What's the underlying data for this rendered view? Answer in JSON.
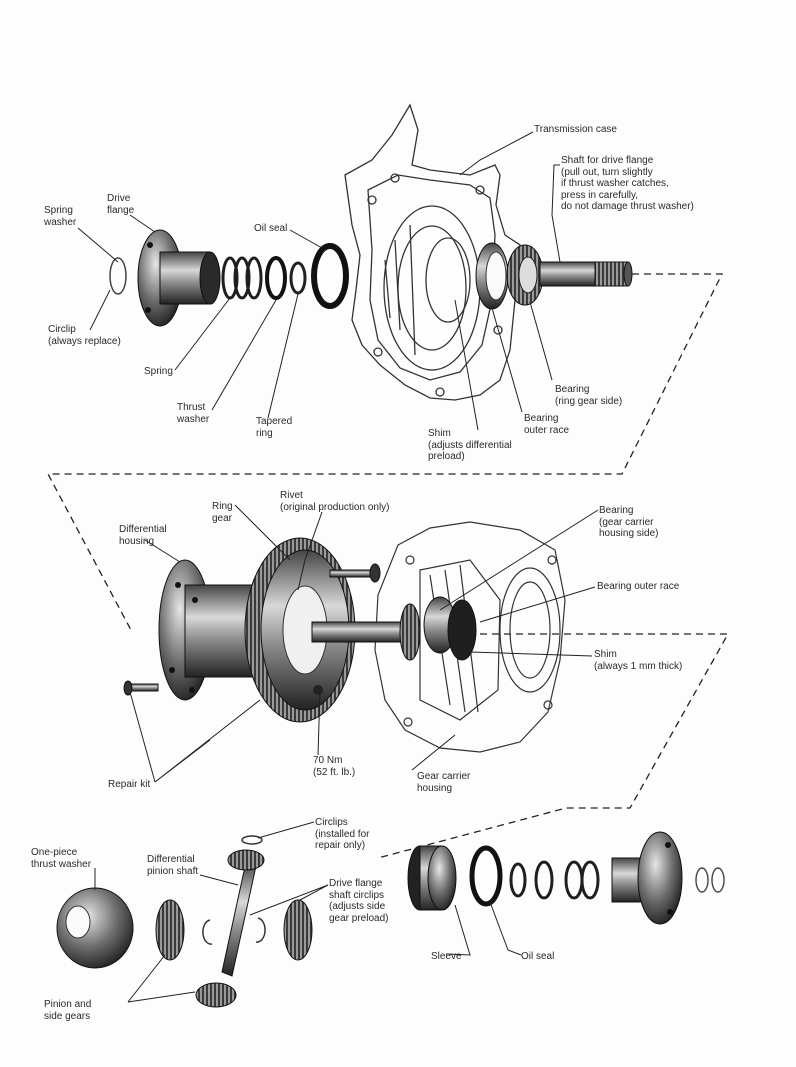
{
  "labels": {
    "transmission_case": "Transmission case",
    "shaft_for_drive_flange": "Shaft for drive flange\n(pull out, turn slightly\nif thrust washer catches,\npress in carefully,\ndo not damage thrust washer)",
    "spring_washer": "Spring\nwasher",
    "drive_flange": "Drive\nflange",
    "oil_seal_top": "Oil seal",
    "circlip": "Circlip\n(always replace)",
    "spring": "Spring",
    "thrust_washer": "Thrust\nwasher",
    "tapered_ring": "Tapered\nring",
    "shim_top": "Shim\n(adjusts differential\npreload)",
    "bearing_outer_race_top": "Bearing\nouter race",
    "bearing_ring_gear_side": "Bearing\n(ring gear side)",
    "ring_gear": "Ring\ngear",
    "rivet": "Rivet\n(original production only)",
    "differential_housing": "Differential\nhousing",
    "bearing_gear_carrier": "Bearing\n(gear carrier\nhousing side)",
    "bearing_outer_race_mid": "Bearing outer race",
    "shim_mid": "Shim\n(always 1 mm thick)",
    "repair_kit": "Repair kit",
    "torque_70nm": "70 Nm\n(52 ft. lb.)",
    "gear_carrier_housing": "Gear carrier\nhousing",
    "circlips": "Circlips\n(installed for\nrepair only)",
    "one_piece_thrust_washer": "One-piece\nthrust washer",
    "differential_pinion_shaft": "Differential\npinion shaft",
    "drive_flange_shaft_circlips": "Drive flange\nshaft circlips\n(adjusts side\ngear preload)",
    "sleeve": "Sleeve",
    "oil_seal_bottom": "Oil seal",
    "pinion_and_side_gears": "Pinion and\nside gears"
  },
  "colors": {
    "ink": "#1a1a1a",
    "part_dark": "#2b2b2b",
    "part_mid": "#7a7a7a",
    "part_light": "#c8c8c8",
    "paper": "#fdfdfd"
  }
}
